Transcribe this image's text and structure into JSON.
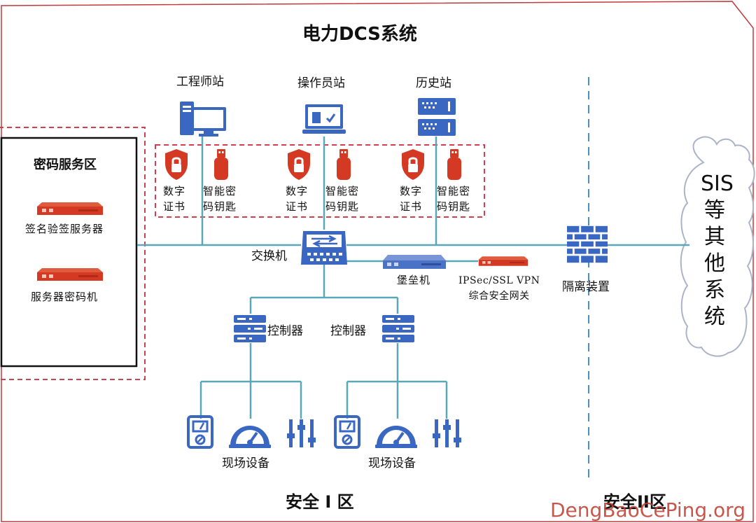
{
  "title": "电力DCS系统",
  "crypto_zone": {
    "title": "密码服务区",
    "signature_server": "签名验签服务器",
    "crypto_machine": "服务器密码机"
  },
  "stations": {
    "engineer": "工程师站",
    "operator": "操作员站",
    "history": "历史站"
  },
  "security_items": {
    "digital_cert": "数字\n证书",
    "smart_key": "智能密\n码钥匙"
  },
  "switch": "交换机",
  "bastion": "堡垒机",
  "vpn_gateway": "IPSec/SSL VPN\n综合安全网关",
  "isolation": "隔离装置",
  "controller": "控制器",
  "field_devices": "现场设备",
  "zone_1": "安全 I 区",
  "zone_2": "安全II区",
  "sis_system": "SIS\n等\n其\n他\n系\n统",
  "watermark": "DengBaoCePing.org",
  "colors": {
    "blue": "#3a67c2",
    "teal_line": "#5aa7b8",
    "red": "#d43a23",
    "dash_red": "#d04050"
  }
}
